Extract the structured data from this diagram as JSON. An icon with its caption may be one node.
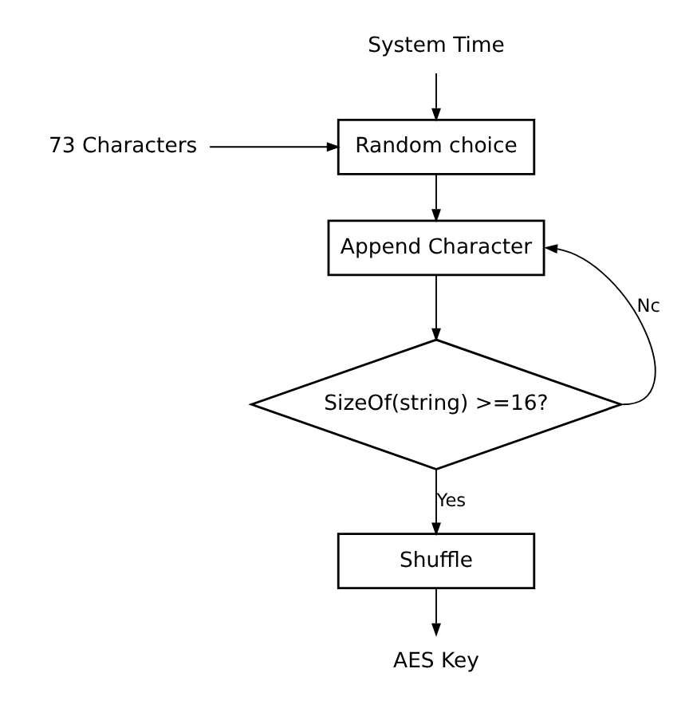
{
  "diagram": {
    "nodes": [
      {
        "text": [
          "System Time"
        ]
      },
      {
        "text": [
          "73 Characters"
        ]
      },
      {
        "text": [
          "Random choice"
        ]
      },
      {
        "text": [
          "Append Character"
        ]
      },
      {
        "text": [
          "SizeOf(string) >=16?"
        ]
      },
      {
        "text": [
          "Shuffle"
        ]
      },
      {
        "text": [
          "AES Key"
        ]
      }
    ],
    "edges": [
      {
        "from": 0,
        "to": 2,
        "arrow": "to"
      },
      {
        "from": 1,
        "to": 2,
        "arrow": "to"
      },
      {
        "from": 2,
        "to": 3,
        "arrow": "to"
      },
      {
        "from": 3,
        "to": 4,
        "arrow": "to"
      },
      {
        "from": 4,
        "to": 3,
        "arrow": "to",
        "label": "Nc"
      },
      {
        "from": 4,
        "to": 5,
        "arrow": "to",
        "label": "Yes"
      },
      {
        "from": 5,
        "to": 6,
        "arrow": "to"
      }
    ]
  }
}
